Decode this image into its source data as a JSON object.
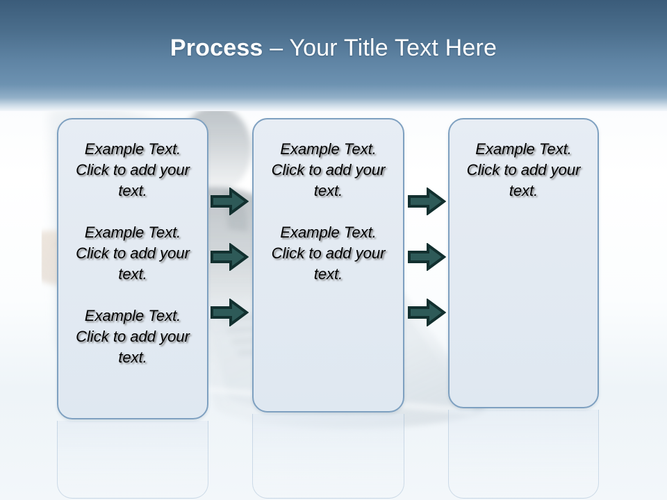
{
  "slide": {
    "title": {
      "strong": "Process",
      "rest": " – Your Title Text Here"
    },
    "colors": {
      "header_top": "#3b5c7a",
      "header_bottom": "#6d92b1",
      "box_fill": "#e3eaf2",
      "box_border": "#7ea0c0",
      "arrow_fill": "#2e5a58",
      "arrow_outline": "#12302f",
      "title_text": "#ffffff",
      "body_text": "#000000"
    },
    "columns": [
      {
        "name": "column-1",
        "paragraphs": [
          "Example Text. Click  to add your text.",
          "Example Text. Click  to add your text.",
          "Example Text. Click  to add your text."
        ]
      },
      {
        "name": "column-2",
        "paragraphs": [
          "Example Text. Click  to add your text.",
          "Example Text. Click  to add your text."
        ]
      },
      {
        "name": "column-3",
        "paragraphs": [
          "Example Text. Click  to add your text."
        ]
      }
    ],
    "arrow_groups": [
      {
        "name": "arrows-between-1-and-2",
        "count": 3
      },
      {
        "name": "arrows-between-2-and-3",
        "count": 3
      }
    ],
    "background": {
      "photo_description": "faded photograph of a person holding an open laptop"
    }
  }
}
